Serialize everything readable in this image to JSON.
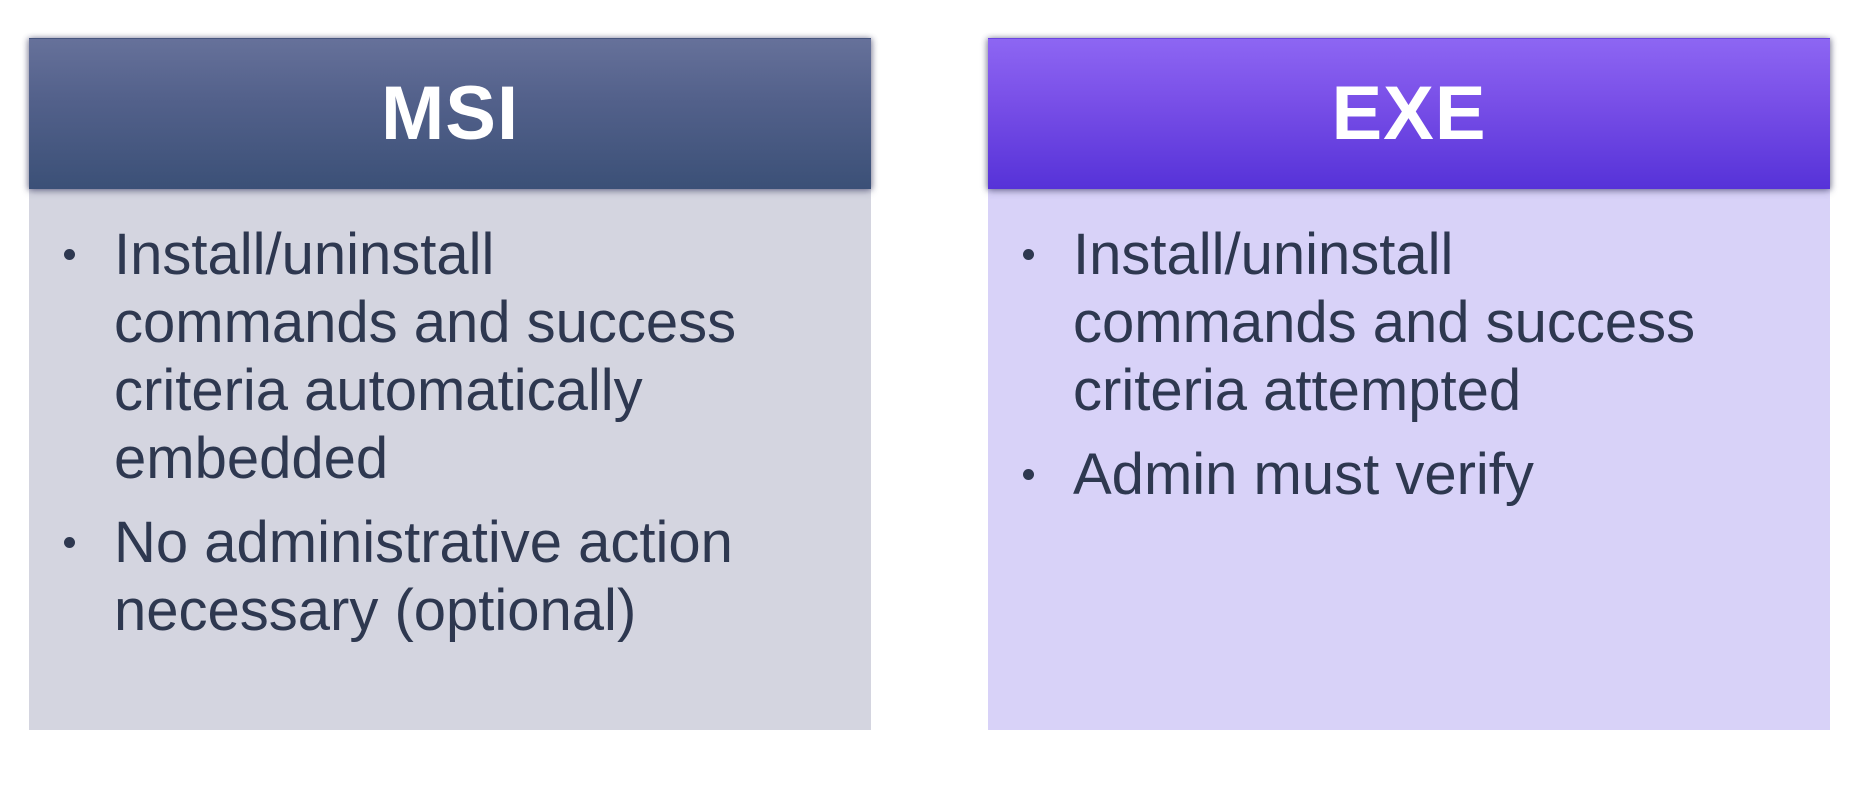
{
  "page": {
    "background_color": "#ffffff",
    "body_text_color": "#2e3850",
    "header_text_color": "#ffffff"
  },
  "cards": [
    {
      "id": "msi",
      "title": "MSI",
      "header_gradient_top": "#66719a",
      "header_gradient_bottom": "#3b5077",
      "body_background": "#d4d5e0",
      "bullets": [
        "Install/uninstall commands and success criteria automatically embedded",
        "No administrative action necessary (optional)"
      ]
    },
    {
      "id": "exe",
      "title": "EXE",
      "header_gradient_top": "#8d66f3",
      "header_gradient_bottom": "#5632d8",
      "body_background": "#d8d2f8",
      "bullets": [
        "Install/uninstall commands and success criteria attempted",
        "Admin must verify"
      ]
    }
  ]
}
